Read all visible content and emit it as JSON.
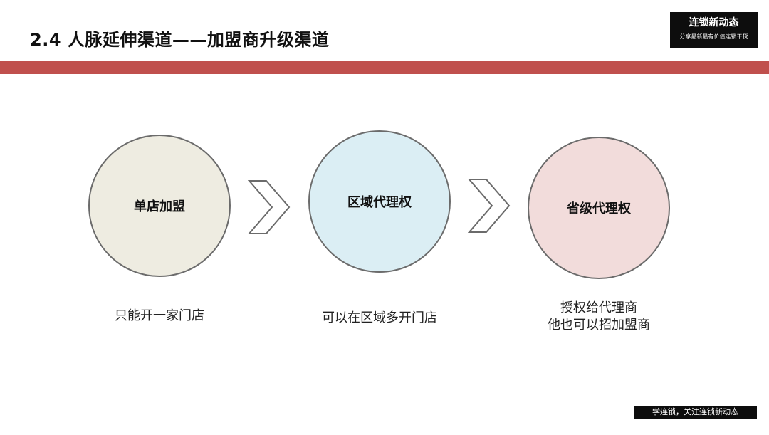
{
  "slide": {
    "title": "2.4 人脉延伸渠道——加盟商升级渠道"
  },
  "logo": {
    "main": "连锁新动态",
    "sub": "分享最新最有价值连锁干货"
  },
  "colors": {
    "title_bar": "#c0504d",
    "circle_1_fill": "#eeece1",
    "circle_2_fill": "#dbeef4",
    "circle_3_fill": "#f2dcdb",
    "circle_border": "#6b6b6b",
    "logo_bg": "#0d0d0d"
  },
  "steps": [
    {
      "label": "单店加盟",
      "desc_lines": [
        "只能开一家门店"
      ]
    },
    {
      "label": "区域代理权",
      "desc_lines": [
        "可以在区域多开门店"
      ]
    },
    {
      "label": "省级代理权",
      "desc_lines": [
        "授权给代理商",
        "他也可以招加盟商"
      ]
    }
  ],
  "arrows": [
    "chevron-right-icon",
    "chevron-right-icon"
  ],
  "footer": {
    "text": "学连锁，关注连锁新动态"
  }
}
